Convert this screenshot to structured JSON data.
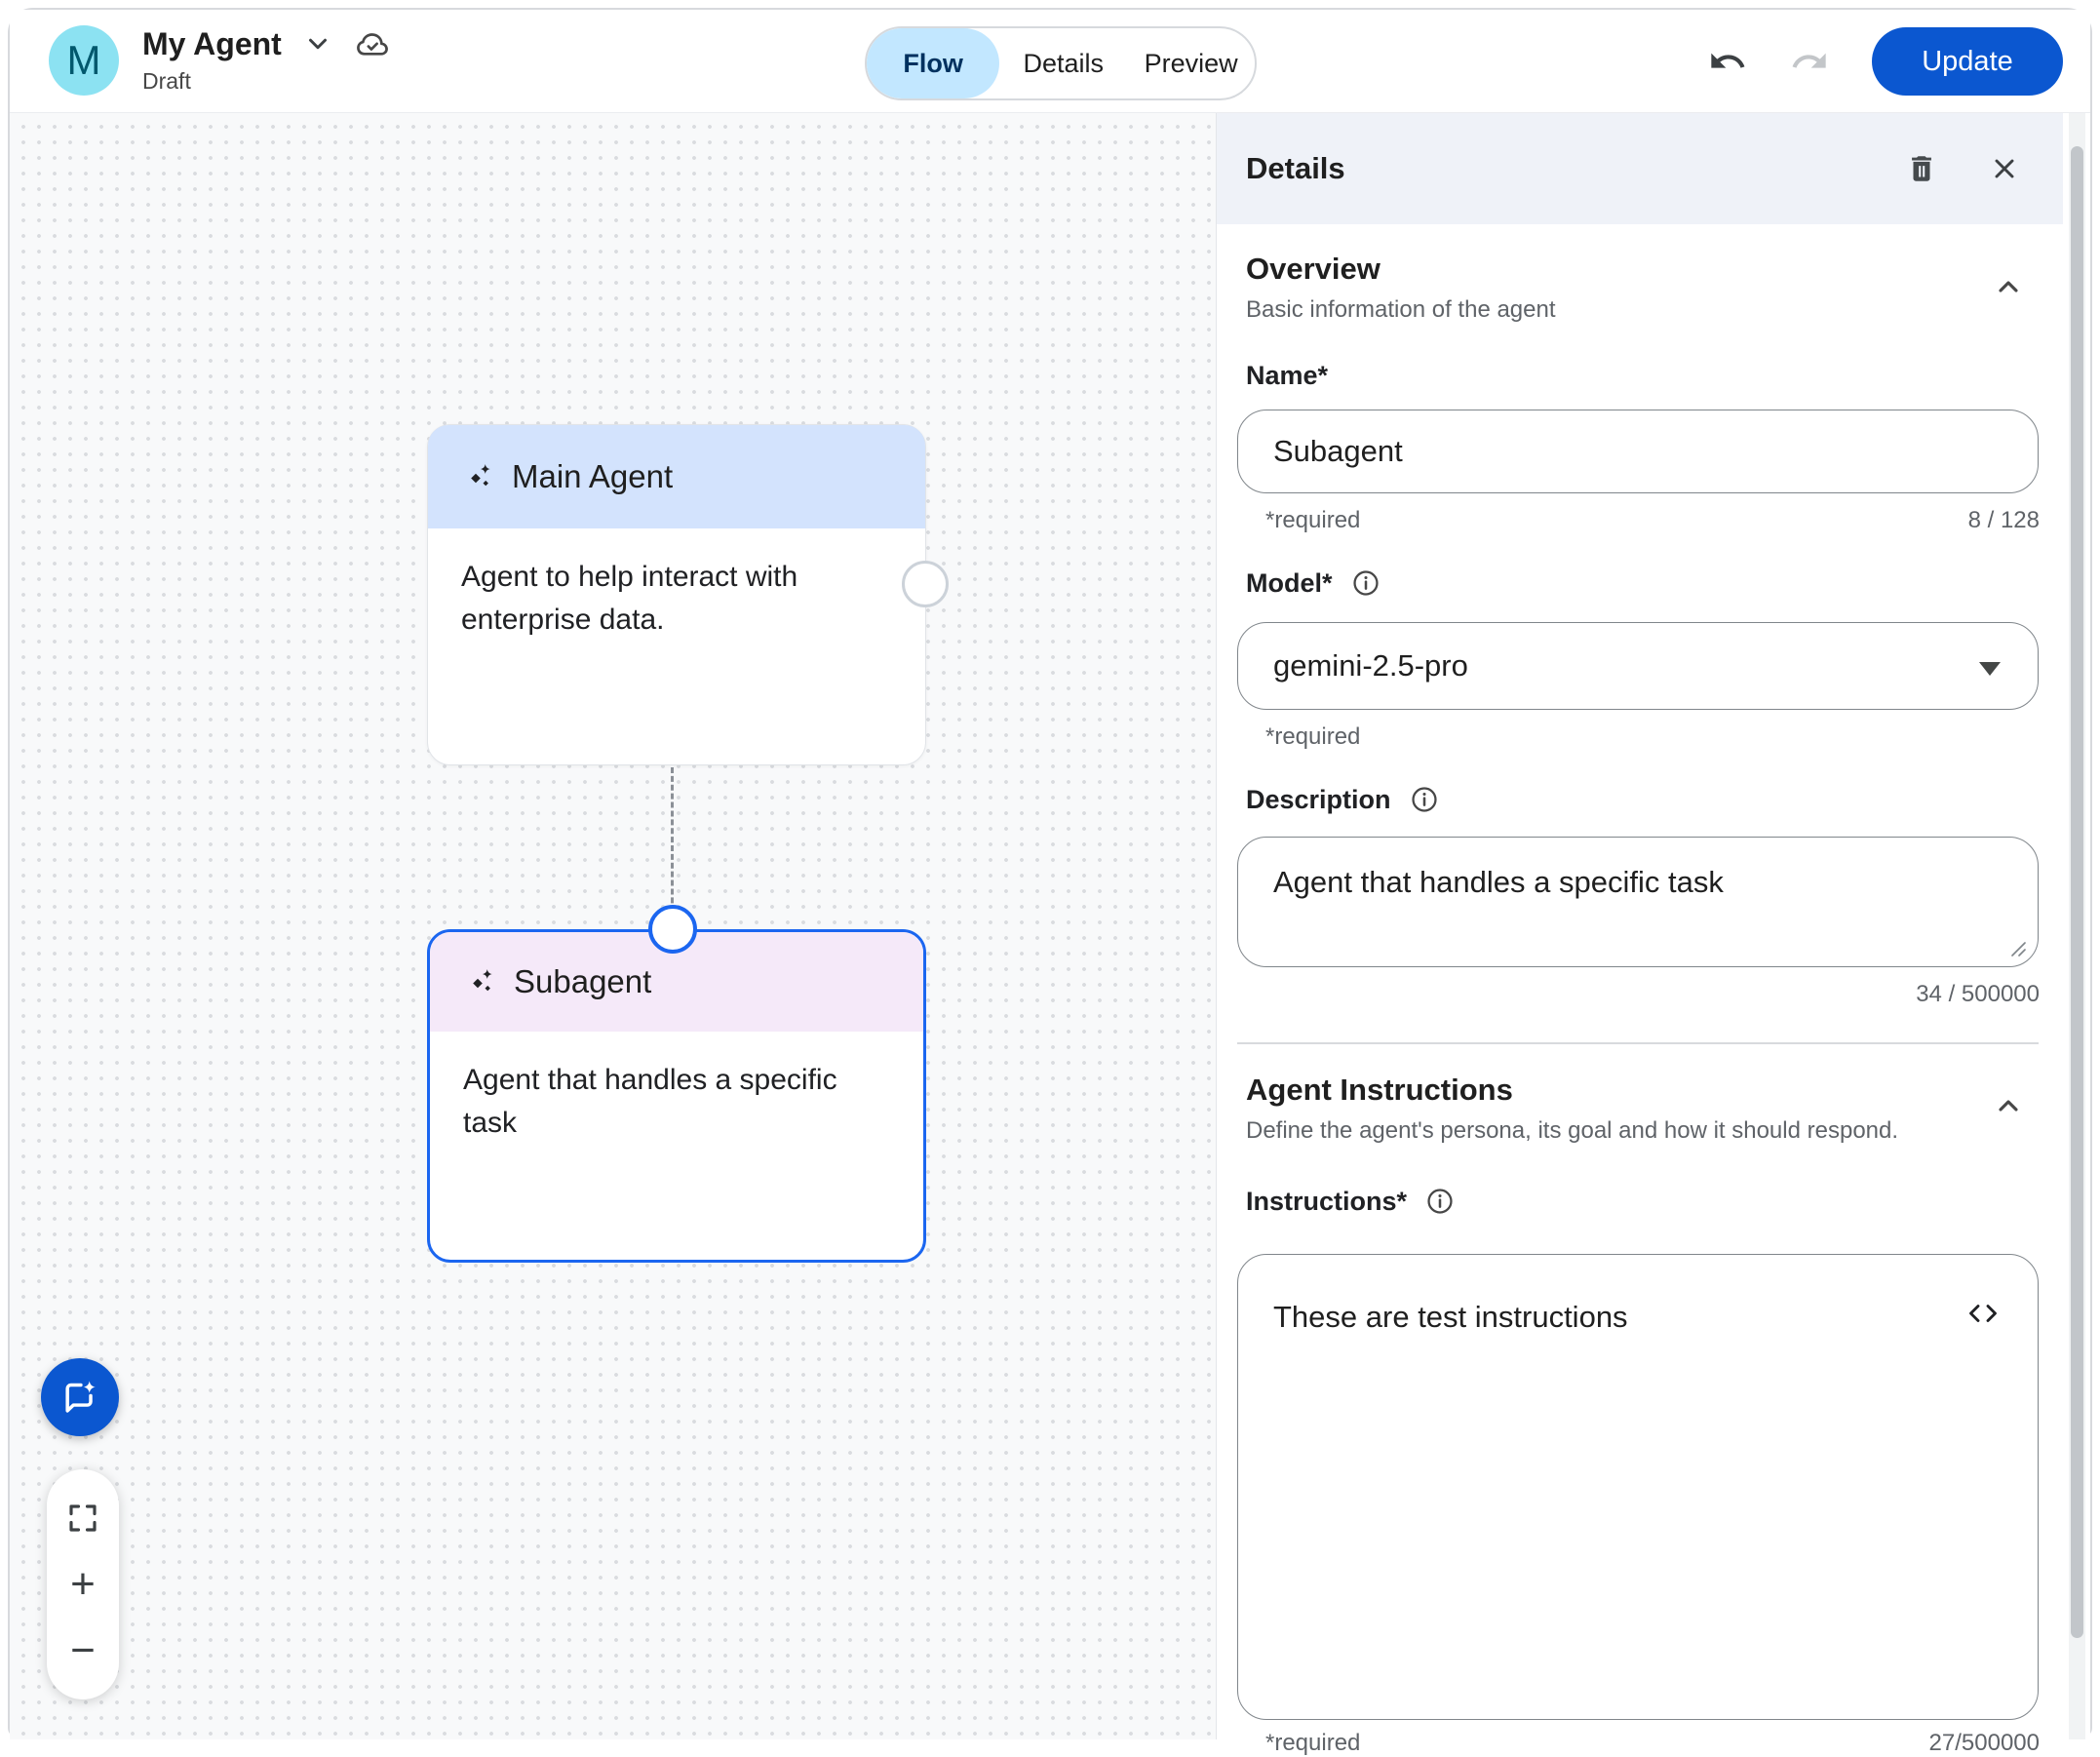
{
  "header": {
    "avatar_initial": "M",
    "title": "My Agent",
    "status": "Draft",
    "tabs": [
      {
        "label": "Flow",
        "active": true
      },
      {
        "label": "Details",
        "active": false
      },
      {
        "label": "Preview",
        "active": false
      }
    ],
    "update_label": "Update"
  },
  "canvas": {
    "nodes": {
      "main": {
        "title": "Main Agent",
        "description": "Agent to help interact with enterprise data."
      },
      "sub": {
        "title": "Subagent",
        "description": "Agent that handles a specific task"
      }
    }
  },
  "panel": {
    "title": "Details",
    "overview": {
      "heading": "Overview",
      "subheading": "Basic information of the agent"
    },
    "name": {
      "label": "Name*",
      "value": "Subagent",
      "required_note": "*required",
      "counter": "8 / 128"
    },
    "model": {
      "label": "Model*",
      "value": "gemini-2.5-pro",
      "required_note": "*required"
    },
    "description": {
      "label": "Description",
      "value": "Agent that handles a specific task",
      "counter": "34 / 500000"
    },
    "agent_instructions": {
      "heading": "Agent Instructions",
      "subheading": "Define the agent's persona, its goal and how it should respond."
    },
    "instructions": {
      "label": "Instructions*",
      "value": "These are test instructions",
      "required_note": "*required",
      "counter": "27/500000"
    }
  },
  "colors": {
    "accent_blue": "#0b57d0",
    "tab_active_bg": "#c2e7ff",
    "main_node_header": "#d3e3fd",
    "sub_node_header": "#f5e9f9",
    "selected_node_border": "#1b66f0",
    "avatar_bg": "#8ce2f2",
    "panel_bar_bg": "#eff2f8"
  }
}
